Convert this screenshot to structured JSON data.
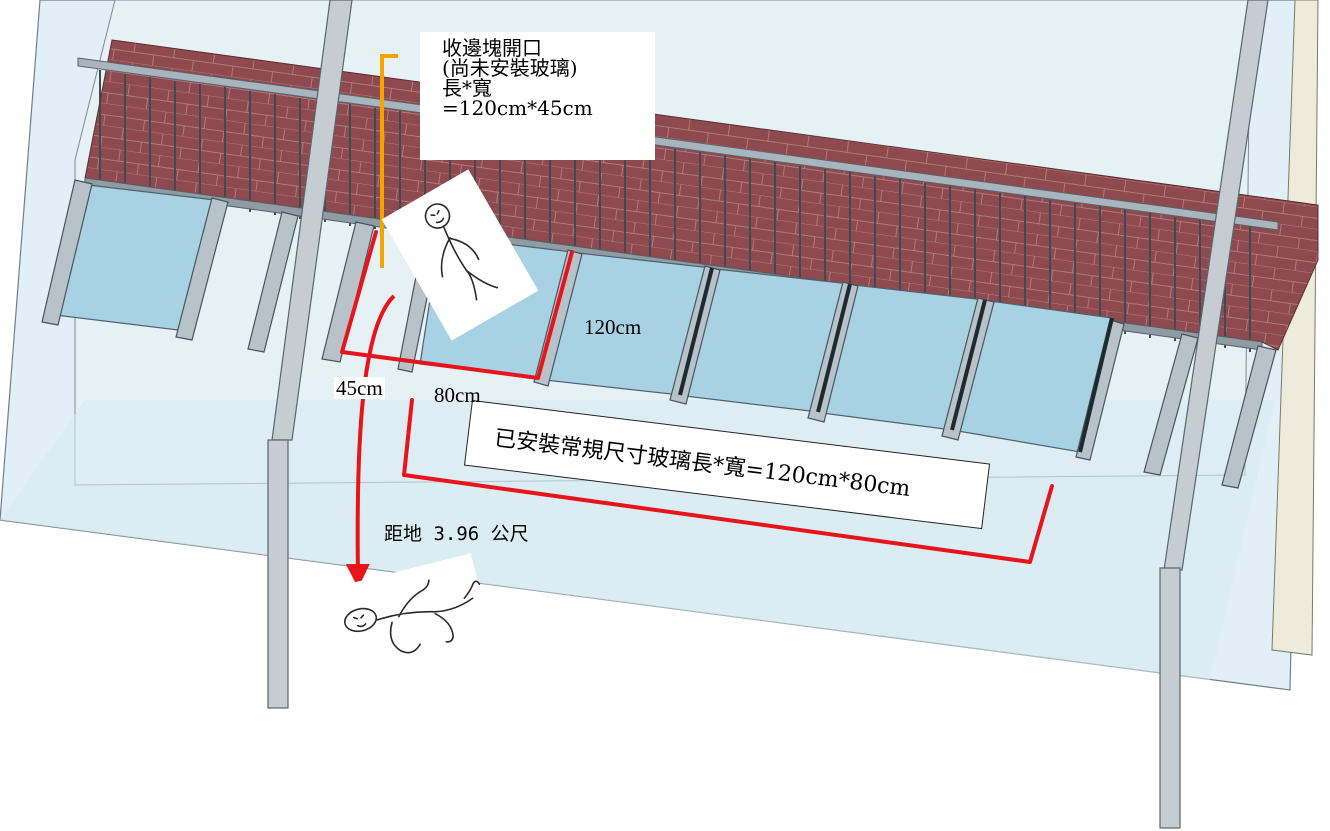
{
  "annotations": {
    "opening_callout": {
      "lines": [
        "收邊塊開口",
        "(尚未安裝玻璃)",
        "長*寬",
        "=120cm*45cm"
      ]
    },
    "installed_callout": "已安裝常規尺寸玻璃長*寬=120cm*80cm",
    "dimension_labels": {
      "length": "120cm",
      "opening_width": "45cm",
      "glass_width": "80cm"
    },
    "height_label": "距地 3.96 公尺"
  },
  "colors": {
    "brick_wall": "#8e4a4e",
    "glass": "#a8d2e4",
    "steel": "#9aa7b0",
    "dimension_line": "#e8141b",
    "fall_arrow": "#e8141b",
    "callout_bracket": "#f4a300"
  },
  "icons": [
    "stick-figure-standing-icon",
    "stick-figure-fallen-icon",
    "fall-arrow-icon"
  ]
}
